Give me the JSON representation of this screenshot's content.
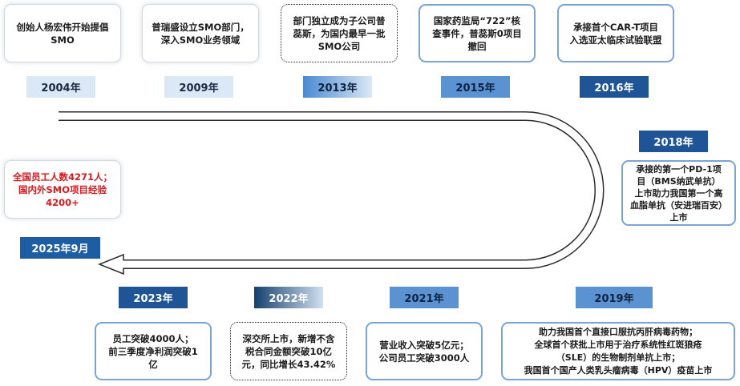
{
  "timeline": [
    {
      "year": "2004年",
      "text": "创始人杨宏伟开始提倡\nSMO"
    },
    {
      "year": "2009年",
      "text": "普瑞盛设立SMO部门，\n深入SMO业务领域"
    },
    {
      "year": "2013年",
      "text": "部门独立成为子公司普\n蕊斯，为国内最早一批\nSMO公司"
    },
    {
      "year": "2015年",
      "text": "国家药监局“722”核\n查事件，普蕊斯0项目\n撤回"
    },
    {
      "year": "2016年",
      "text": "承接首个CAR-T项目\n入选亚太临床试验联盟"
    },
    {
      "year": "2018年",
      "text": "承接的第一个PD-1项\n目（BMS纳武单抗）\n上市助力我国第一个高\n血脂单抗（安进瑞百安）\n上市"
    },
    {
      "year": "2019年",
      "text": "助力我国首个直接口服抗丙肝病毒药物；\n全球首个获批上市用于治疗系统性红斑狼疮\n（SLE）的生物制剂单抗上市；\n我国首个国产人类乳头瘤病毒（HPV）疫苗上市"
    },
    {
      "year": "2021年",
      "text": "营业收入突破5亿元；\n公司员工突破3000人"
    },
    {
      "year": "2022年",
      "text": "深交所上市，新增不含\n税合同金额突破10亿\n元，同比增长43.42%"
    },
    {
      "year": "2023年",
      "text": "员工突破4000人；\n前三季度净利润突破1\n亿"
    },
    {
      "year": "2025年9月",
      "text": "全国员工人数4271人；\n国内外SMO项目经验\n4200+"
    }
  ]
}
